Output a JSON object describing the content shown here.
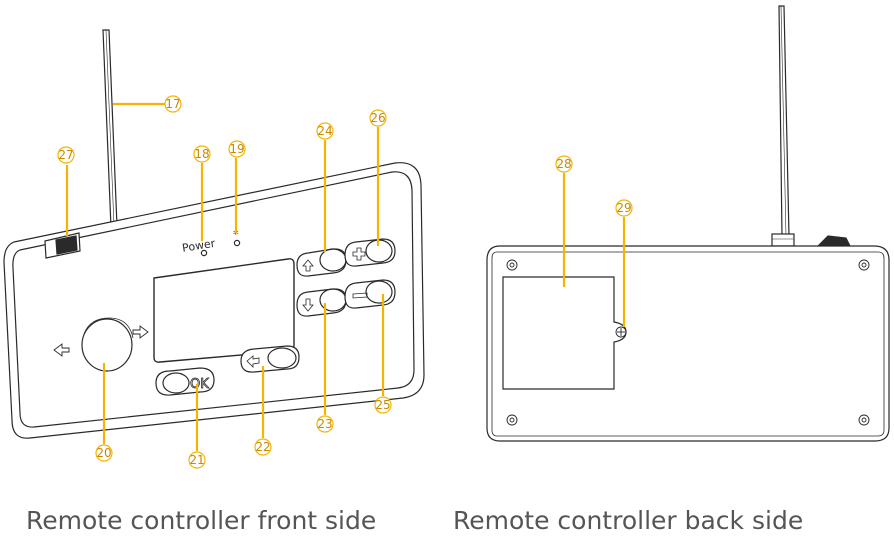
{
  "captions": {
    "front": "Remote controller front side",
    "back": "Remote controller back side"
  },
  "device_labels": {
    "power": "Power",
    "asterisk": "*",
    "ok": "OK"
  },
  "callouts": [
    "17",
    "18",
    "19",
    "20",
    "21",
    "22",
    "23",
    "24",
    "25",
    "26",
    "27",
    "28",
    "29"
  ],
  "colors": {
    "callout": "#f4b400",
    "callout_text": "#c98a00",
    "outline": "#2a2a2a",
    "caption": "#555555"
  }
}
